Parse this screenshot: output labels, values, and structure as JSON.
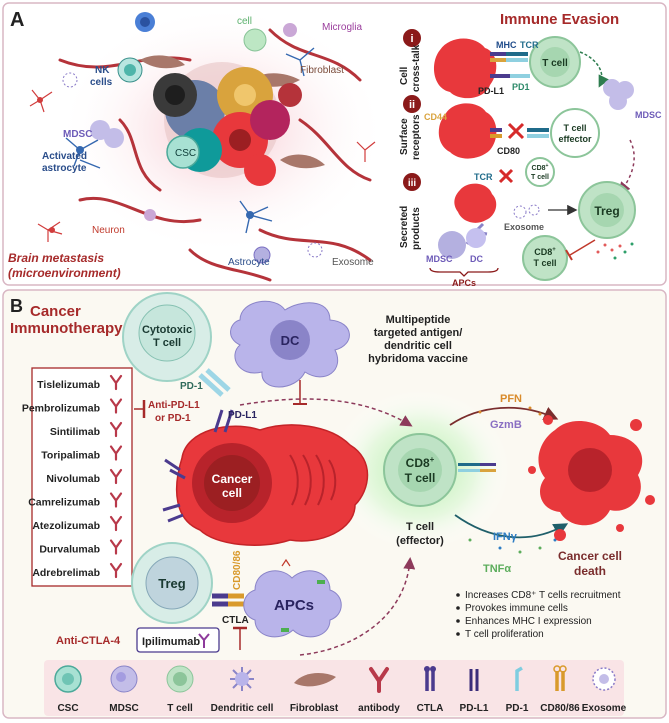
{
  "panelA": {
    "letter": "A",
    "title": "Immune Evasion",
    "labels": {
      "cell": "cell",
      "microglia": "Microglia",
      "nk_line1": "NK",
      "nk_line2": "cells",
      "fibroblast": "Fibroblast",
      "mdsc": "MDSC",
      "csc": "CSC",
      "activated_line1": "Activated",
      "activated_line2": "astrocyte",
      "neuron": "Neuron",
      "astrocyte": "Astrocyte",
      "exosome": "Exosome",
      "brain_line1": "Brain metastasis",
      "brain_line2": "(microenvironment)"
    },
    "steps": [
      {
        "roman": "i",
        "side_line1": "Cell",
        "side_line2": "cross-talk"
      },
      {
        "roman": "ii",
        "side_line1": "Surface",
        "side_line2": "receptors"
      },
      {
        "roman": "iii",
        "side_line1": "Secreted",
        "side_line2": "products"
      }
    ],
    "mechanism": {
      "mhc": "MHC",
      "tcr": "TCR",
      "tcell": "T cell",
      "pdl1": "PD-L1",
      "pd1": "PD1",
      "mdsc": "MDSC",
      "cd44": "CD44",
      "cd80": "CD80",
      "effector_line1": "T cell",
      "effector_line2": "effector",
      "tcr2": "TCR",
      "cd8_small_line1": "CD8",
      "cd8_small_sup": "+",
      "cd8_small_line2": "T cell",
      "treg": "Treg",
      "exosome": "Exosome",
      "cd8_line1": "CD8",
      "cd8_sup": "+",
      "cd8_line2": "T cell",
      "mdsc2": "MDSC",
      "dc": "DC",
      "apcs": "APCs"
    }
  },
  "panelB": {
    "letter": "B",
    "title_line1": "Cancer",
    "title_line2": "Immunotherapy",
    "cytotoxic_line1": "Cytotoxic",
    "cytotoxic_line2": "T cell",
    "dc": "DC",
    "vaccine_line1": "Multipeptide",
    "vaccine_line2": "targeted antigen/",
    "vaccine_line3": "dendritic cell",
    "vaccine_line4": "hybridoma vaccine",
    "pd1": "PD-1",
    "pdl1": "PD-L1",
    "anti_line1": "Anti-PD-L1",
    "anti_line2": "or PD-1",
    "drugs": [
      "Tislelizumab",
      "Pembrolizumab",
      "Sintilimab",
      "Toripalimab",
      "Nivolumab",
      "Camrelizumab",
      "Atezolizumab",
      "Durvalumab",
      "Adrebrelimab"
    ],
    "cancer_line1": "Cancer",
    "cancer_line2": "cell",
    "cd8_line1": "CD8",
    "cd8_sup": "+",
    "cd8_line2": "T cell",
    "effector_line1": "T cell",
    "effector_line2": "(effector)",
    "pfn": "PFN",
    "gzmb": "GzmB",
    "ifn": "IFNγ",
    "tnf": "TNFα",
    "death_line1": "Cancer cell",
    "death_line2": "death",
    "treg": "Treg",
    "cd80": "CD80/86",
    "apcs": "APCs",
    "ctla": "CTLA",
    "anti_ctla4": "Anti-CTLA-4",
    "ipilimumab": "Ipilimumab",
    "bullets": [
      "Increases CD8⁺ T cells recruitment",
      "Provokes immune cells",
      "Enhances MHC I expression",
      "T cell proliferation"
    ]
  },
  "legend": [
    {
      "id": "csc",
      "label": "CSC",
      "icon": "csc-icon"
    },
    {
      "id": "mdsc",
      "label": "MDSC",
      "icon": "mdsc-icon"
    },
    {
      "id": "tcell",
      "label": "T cell",
      "icon": "t-cell-icon"
    },
    {
      "id": "dc",
      "label": "Dendritic cell",
      "icon": "dendritic-cell-icon"
    },
    {
      "id": "fibro",
      "label": "Fibroblast",
      "icon": "fibroblast-icon"
    },
    {
      "id": "antibody",
      "label": "antibody",
      "icon": "antibody-icon"
    },
    {
      "id": "ctla",
      "label": "CTLA",
      "icon": "ctla-icon"
    },
    {
      "id": "pdl1",
      "label": "PD-L1",
      "icon": "pd-l1-icon"
    },
    {
      "id": "pd1",
      "label": "PD-1",
      "icon": "pd-1-icon"
    },
    {
      "id": "cd80",
      "label": "CD80/86",
      "icon": "cd80-86-icon"
    },
    {
      "id": "exosome",
      "label": "Exosome",
      "icon": "exosome-icon"
    }
  ],
  "colors": {
    "dark_red": "#8b1a1a",
    "cancer_red": "#e8383c",
    "tcell_green": "#bfe3c6",
    "mdsc_purple": "#b4b0e0",
    "dc_purple": "#b9b4ea",
    "legend_bg": "#f9e4e6",
    "antibody_red": "#b8394a",
    "ctla_purple": "#4b3b8e",
    "cd80_orange": "#d99a2b"
  }
}
